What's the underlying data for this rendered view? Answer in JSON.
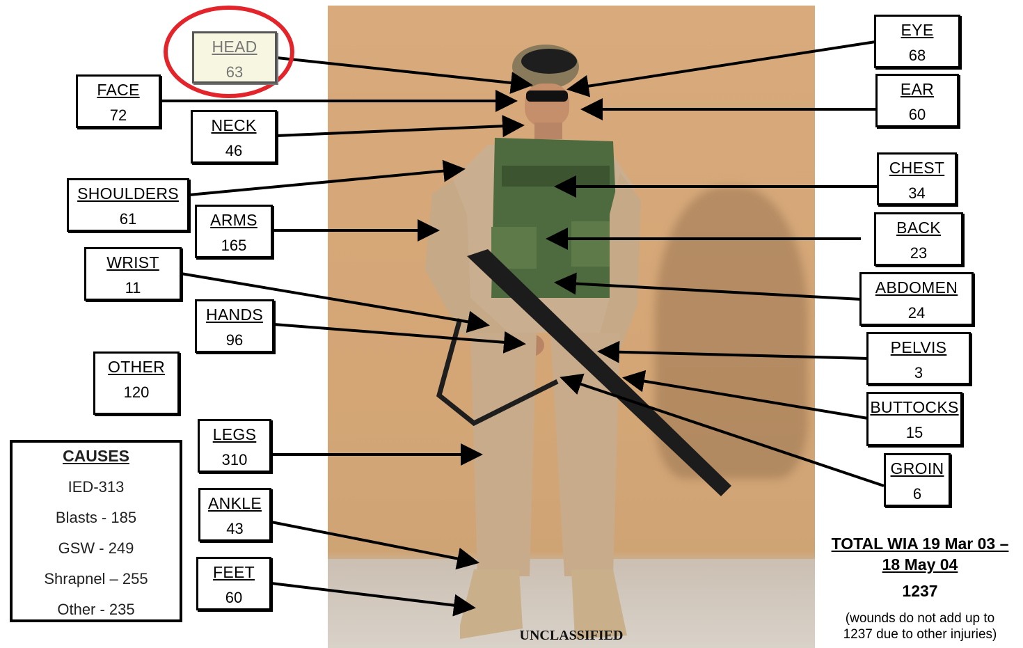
{
  "parts": {
    "head": {
      "label": "HEAD",
      "value": "63"
    },
    "face": {
      "label": "FACE",
      "value": "72"
    },
    "neck": {
      "label": "NECK",
      "value": "46"
    },
    "shoulders": {
      "label": "SHOULDERS",
      "value": "61"
    },
    "arms": {
      "label": "ARMS",
      "value": "165"
    },
    "wrist": {
      "label": "WRIST",
      "value": "11"
    },
    "hands": {
      "label": "HANDS",
      "value": "96"
    },
    "other": {
      "label": "OTHER",
      "value": "120"
    },
    "legs": {
      "label": "LEGS",
      "value": "310"
    },
    "ankle": {
      "label": "ANKLE",
      "value": "43"
    },
    "feet": {
      "label": "FEET",
      "value": "60"
    },
    "eye": {
      "label": "EYE",
      "value": "68"
    },
    "ear": {
      "label": "EAR",
      "value": "60"
    },
    "chest": {
      "label": "CHEST",
      "value": "34"
    },
    "back": {
      "label": "BACK",
      "value": "23"
    },
    "abdomen": {
      "label": "ABDOMEN",
      "value": "24"
    },
    "pelvis": {
      "label": "PELVIS",
      "value": "3"
    },
    "buttocks": {
      "label": "BUTTOCKS",
      "value": "15"
    },
    "groin": {
      "label": "GROIN",
      "value": "6"
    }
  },
  "causes": {
    "title": "CAUSES",
    "items": [
      "IED-313",
      "Blasts - 185",
      "GSW - 249",
      "Shrapnel – 255",
      "Other - 235"
    ]
  },
  "total": {
    "title_line1": "TOTAL WIA  19 Mar 03 –",
    "title_line2": "18 May 04",
    "value": "1237",
    "note_line1": "(wounds  do not add up to",
    "note_line2": "1237 due to other injuries)"
  },
  "footer": {
    "marking": "UNCLASSIFIED"
  },
  "colors": {
    "highlight": "#e3242b",
    "wall": "#d4a676"
  }
}
